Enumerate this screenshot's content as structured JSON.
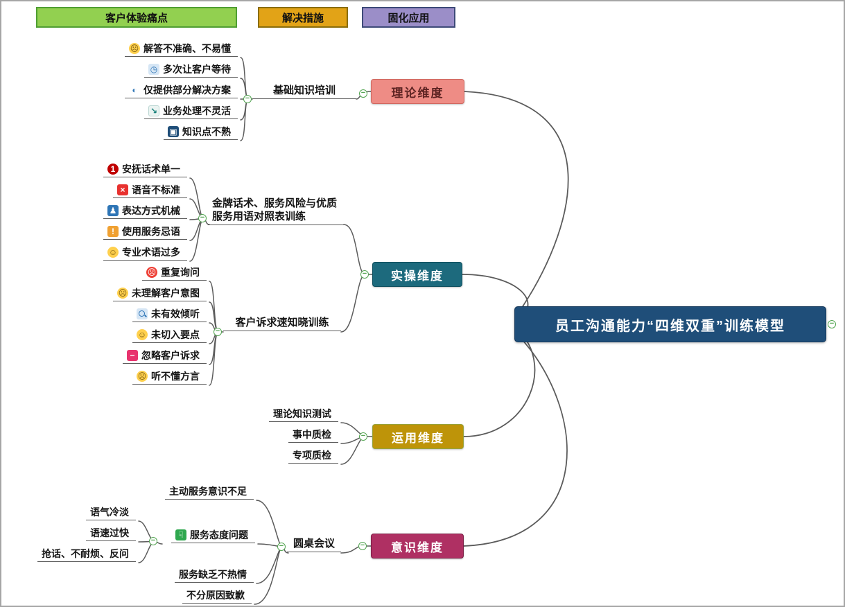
{
  "legend": {
    "pain": {
      "label": "客户体验痛点",
      "bg": "#92D050"
    },
    "solution": {
      "label": "解决措施",
      "bg": "#E2A317"
    },
    "application": {
      "label": "固化应用",
      "bg": "#9B8EC8"
    }
  },
  "root": {
    "label": "员工沟通能力“四维双重”训练模型",
    "bg": "#1F4E79"
  },
  "theory": {
    "label": "理论维度",
    "bg": "#EE8C85",
    "solution": "基础知识培训",
    "pains": [
      {
        "label": "解答不准确、不易懂",
        "icon": "smirk-face"
      },
      {
        "label": "多次让客户等待",
        "icon": "alarm-clock"
      },
      {
        "label": "仅提供部分解决方案",
        "icon": "half-circle"
      },
      {
        "label": "业务处理不灵活",
        "icon": "arrow-down-right"
      },
      {
        "label": "知识点不熟",
        "icon": "knowledge"
      }
    ]
  },
  "practice": {
    "label": "实操维度",
    "bg": "#1D6A7D",
    "script_training": {
      "solution": "金牌话术、服务风险与优质服务用语对照表训练",
      "pains": [
        {
          "label": "安抚话术单一",
          "icon": "number-1"
        },
        {
          "label": "语音不标准",
          "icon": "x-mark"
        },
        {
          "label": "表达方式机械",
          "icon": "mechanical"
        },
        {
          "label": "使用服务忌语",
          "icon": "exclamation"
        },
        {
          "label": "专业术语过多",
          "icon": "wink-face"
        }
      ]
    },
    "demand_training": {
      "solution": "客户诉求速知晓训练",
      "pains": [
        {
          "label": "重复询问",
          "icon": "angry-face"
        },
        {
          "label": "未理解客户意图",
          "icon": "confused-face"
        },
        {
          "label": "未有效倾听",
          "icon": "magnifier"
        },
        {
          "label": "未切入要点",
          "icon": "unamused-face"
        },
        {
          "label": "忽略客户诉求",
          "icon": "minus-mark"
        },
        {
          "label": "听不懂方言",
          "icon": "dialect-face"
        }
      ]
    }
  },
  "application": {
    "label": "运用维度",
    "bg": "#BE9409",
    "solutions": [
      "理论知识测试",
      "事中质检",
      "专项质检"
    ]
  },
  "awareness": {
    "label": "意识维度",
    "bg": "#AF3063",
    "solution": "圆桌会议",
    "pains": [
      {
        "label": "主动服务意识不足"
      },
      {
        "label": "服务态度问题",
        "icon": "thumbs-down",
        "subs": [
          "语气冷淡",
          "语速过快",
          "抢话、不耐烦、反问"
        ]
      },
      {
        "label": "服务缺乏不热情"
      },
      {
        "label": "不分原因致歉"
      }
    ]
  },
  "icons": {
    "smirk-face": {
      "glyph": "☹",
      "bg": "#FFD04D",
      "fg": "#7c5c12",
      "round": true
    },
    "alarm-clock": {
      "glyph": "◷",
      "bg": "#D6E6F5",
      "fg": "#2E75B6"
    },
    "half-circle": {
      "glyph": "◐",
      "bg": "transparent",
      "fg": "#2E75B6"
    },
    "arrow-down-right": {
      "glyph": "↘",
      "bg": "#EAF3F1",
      "fg": "#17807A",
      "border": "#BBD6D2"
    },
    "knowledge": {
      "glyph": "▣",
      "bg": "#1F4E79",
      "fg": "#ffffff"
    },
    "number-1": {
      "glyph": "1",
      "bg": "#C00000",
      "fg": "#ffffff",
      "round": true
    },
    "x-mark": {
      "glyph": "×",
      "bg": "#E8312F",
      "fg": "#ffffff"
    },
    "mechanical": {
      "glyph": "♟",
      "bg": "#2E75B6",
      "fg": "#ffffff"
    },
    "exclamation": {
      "glyph": "!",
      "bg": "#F0A132",
      "fg": "#ffffff"
    },
    "wink-face": {
      "glyph": "☺",
      "bg": "#FFD04D",
      "fg": "#7c5c12",
      "round": true
    },
    "angry-face": {
      "glyph": "☹",
      "bg": "#EE4036",
      "fg": "#ffffff",
      "round": true
    },
    "confused-face": {
      "glyph": "☹",
      "bg": "#FFD04D",
      "fg": "#7c5c12",
      "round": true
    },
    "magnifier": {
      "glyph": "",
      "bg": "#D6E6F5",
      "fg": "#2E75B6",
      "shape": "magnifier"
    },
    "unamused-face": {
      "glyph": "☺",
      "bg": "#FFD04D",
      "fg": "#7c5c12",
      "round": true
    },
    "minus-mark": {
      "glyph": "−",
      "bg": "#E8336E",
      "fg": "#ffffff"
    },
    "dialect-face": {
      "glyph": "☹",
      "bg": "#FFD04D",
      "fg": "#7c5c12",
      "round": true
    },
    "thumbs-down": {
      "glyph": "☟",
      "bg": "#2FA84F",
      "fg": "#ffffff"
    }
  }
}
